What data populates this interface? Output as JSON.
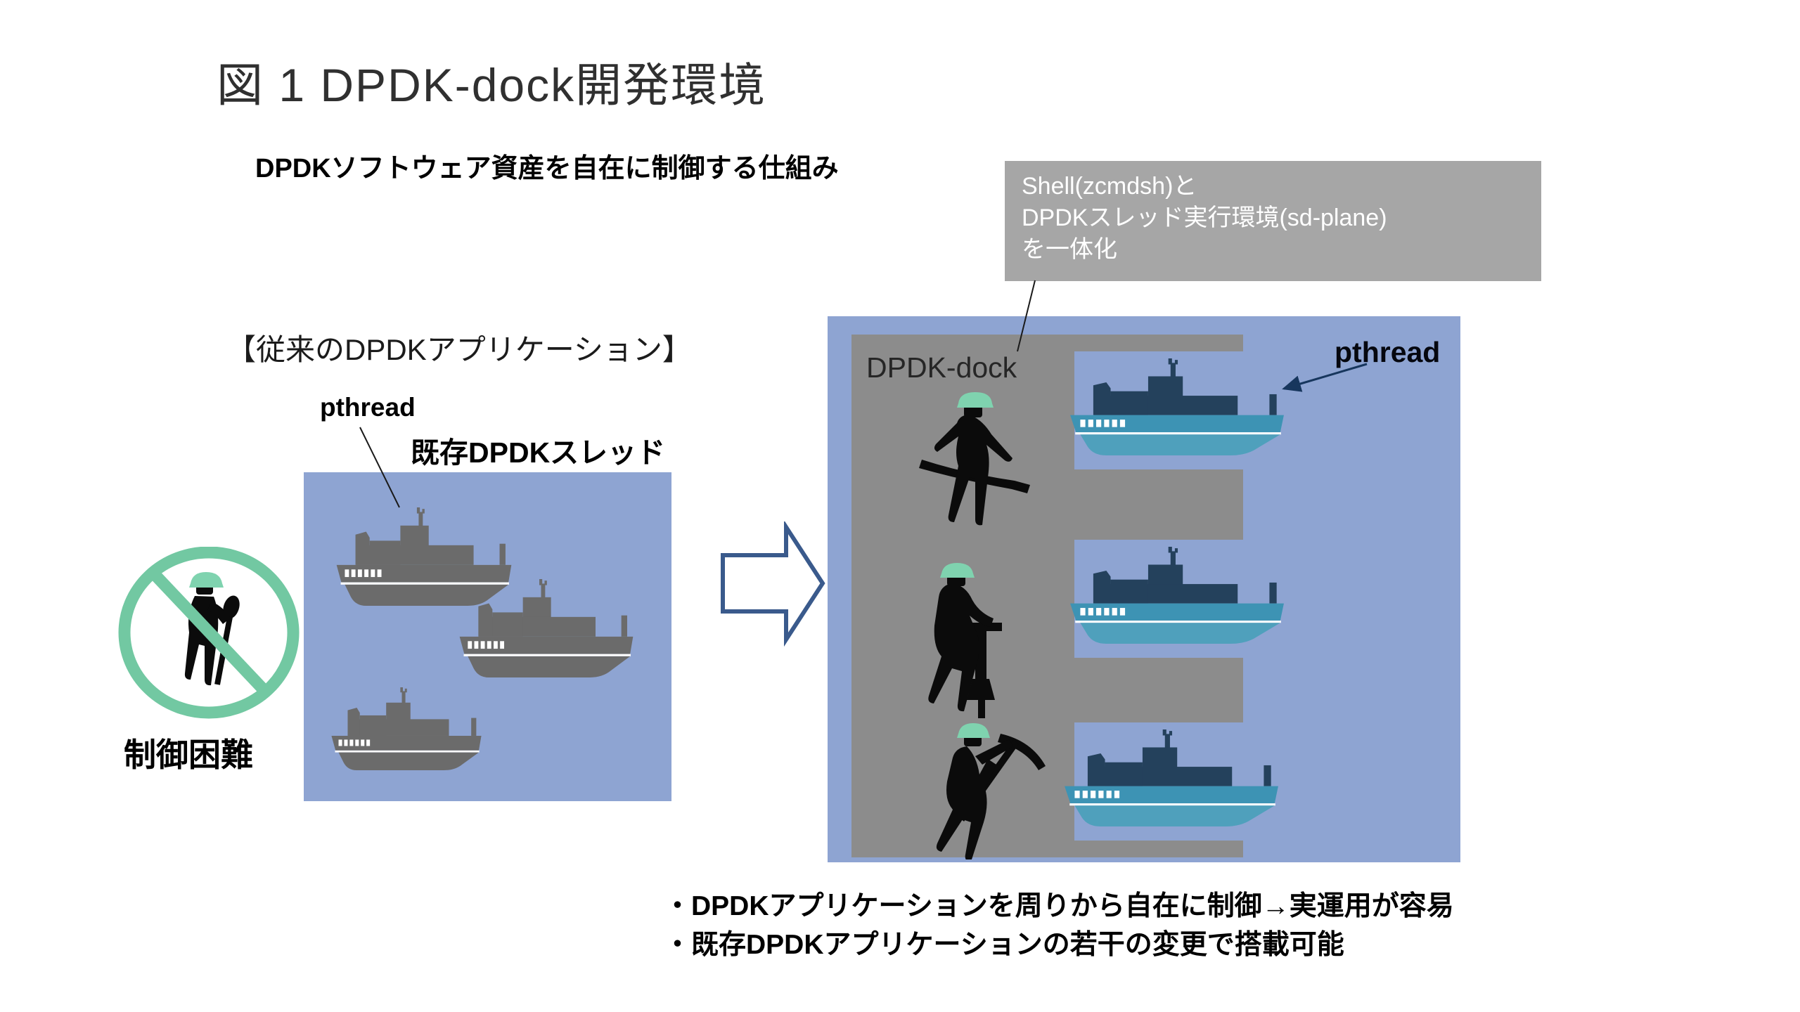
{
  "figure": {
    "title": "図 1 DPDK-dock開発環境",
    "subtitle": "DPDKソフトウェア資産を自在に制御する仕組み"
  },
  "callout": {
    "line1": "Shell(zcmdsh)と",
    "line2": "DPDKスレッド実行環境(sd-plane)",
    "line3": "を一体化"
  },
  "before": {
    "heading": "【従来のDPDKアプリケーション】",
    "pthread_label": "pthread",
    "thread_label": "既存DPDKスレッド",
    "caption": "制御困難"
  },
  "after": {
    "dock_label": "DPDK-dock",
    "pthread_label": "pthread"
  },
  "notes": {
    "bullet1": "・DPDKアプリケーションを周りから自在に制御→実運用が容易",
    "bullet2": "・既存DPDKアプリケーションの若干の変更で搭載可能"
  },
  "colors": {
    "water_blue": "#8EA4D2",
    "dock_gray": "#8C8C8C",
    "callout_gray": "#A6A6A6",
    "gray_ship": "#6B6B6B",
    "ship_hull_top": "#3D93B4",
    "ship_hull_bottom": "#4FA0BC",
    "ship_superstructure": "#24415C",
    "helmet_green": "#7FD3AF",
    "prohibition_green": "#72C8A2",
    "arrow_outline": "#3A5A8C"
  }
}
